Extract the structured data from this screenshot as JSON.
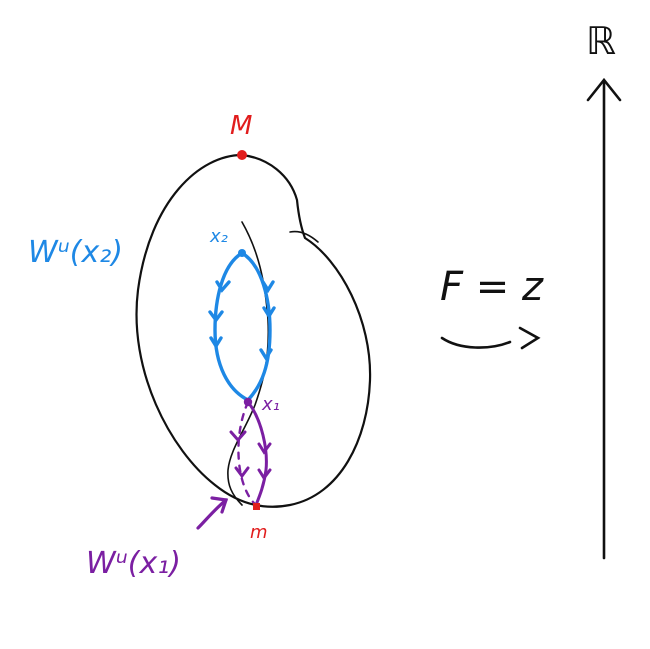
{
  "labels": {
    "max_point": "M",
    "min_point": "m",
    "x2": "x₂",
    "x1": "x₁",
    "unstable_x2": "Wᵘ(x₂)",
    "unstable_x1": "Wᵘ(x₁)",
    "map": "F = z",
    "codomain": "ℝ"
  },
  "colors": {
    "surface": "#111111",
    "critical_extreme": "#e11d1d",
    "x2_manifold": "#1e88e5",
    "x1_manifold": "#7b1fa2"
  },
  "icons": {
    "map_arrow": "right-arrow-icon",
    "axis_arrow": "up-arrow-icon"
  }
}
